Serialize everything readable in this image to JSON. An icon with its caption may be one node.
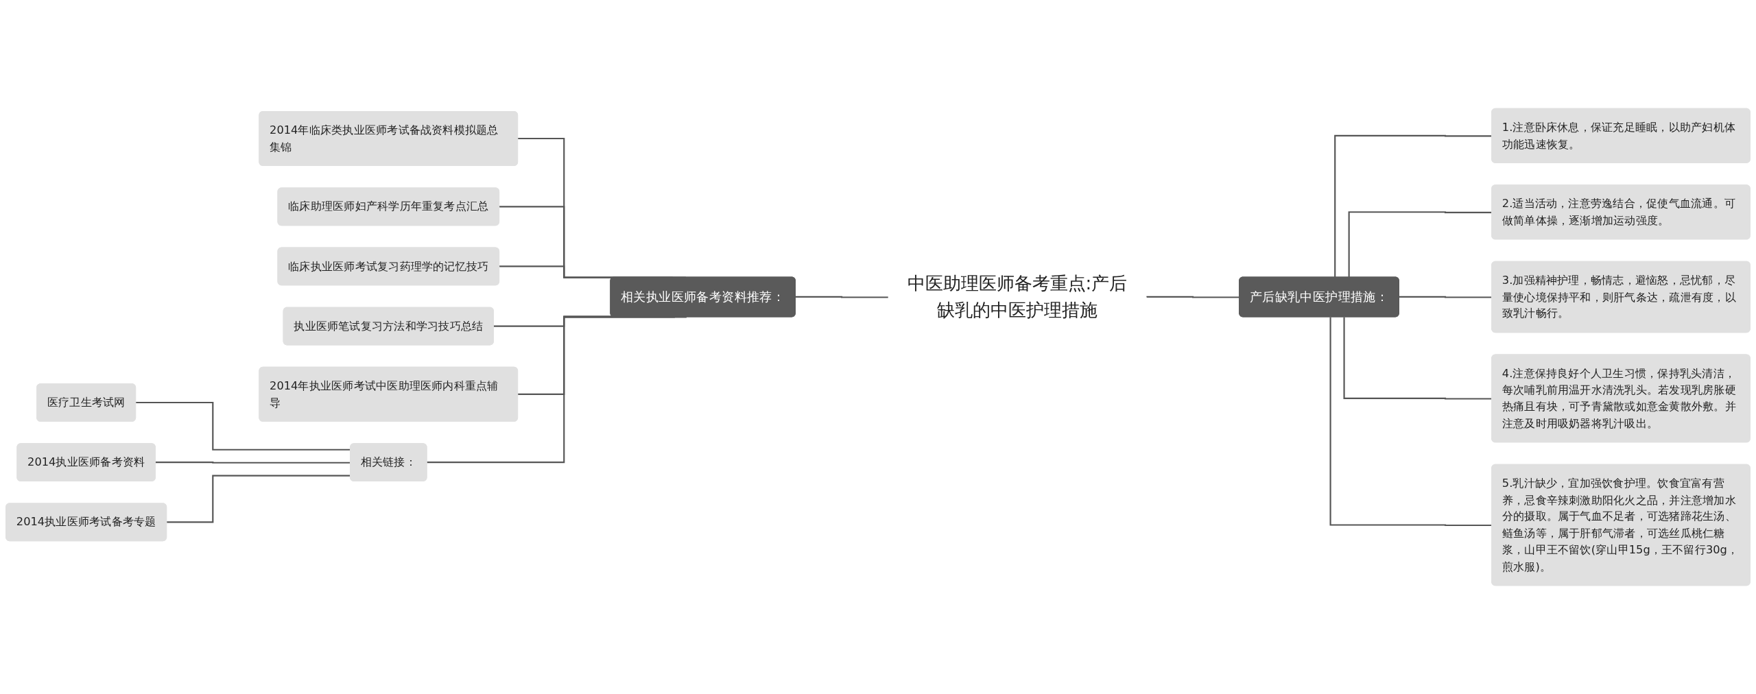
{
  "diagram": {
    "nodes": [
      {
        "text": [
          "中医助理医师备考重点:产后缺乳的中医护理措施"
        ]
      },
      {
        "text": [
          "相关执业医师备考资料推荐："
        ]
      },
      {
        "text": [
          "2014年临床类执业医师考试备战资料模拟题总集锦"
        ]
      },
      {
        "text": [
          "临床助理医师妇产科学历年重复考点汇总"
        ]
      },
      {
        "text": [
          "临床执业医师考试复习药理学的记忆技巧"
        ]
      },
      {
        "text": [
          "执业医师笔试复习方法和学习技巧总结"
        ]
      },
      {
        "text": [
          "2014年执业医师考试中医助理医师内科重点辅导"
        ]
      },
      {
        "text": [
          "相关链接："
        ]
      },
      {
        "text": [
          "医疗卫生考试网"
        ]
      },
      {
        "text": [
          "2014执业医师备考资料"
        ]
      },
      {
        "text": [
          "2014执业医师考试备考专题"
        ]
      },
      {
        "text": [
          "产后缺乳中医护理措施："
        ]
      },
      {
        "text": [
          "1.注意卧床休息，保证充足睡眠，以助产妇机体功能迅速恢复。"
        ]
      },
      {
        "text": [
          "2.适当活动，注意劳逸结合，促使气血流通。可做简单体操，逐渐增加运动强度。"
        ]
      },
      {
        "text": [
          "3.加强精神护理，畅情志，避恼怒，忌忧郁，尽量使心境保持平和，则肝气条达，疏泄有度，以致乳汁畅行。"
        ]
      },
      {
        "text": [
          "4.注意保持良好个人卫生习惯，保持乳头清洁，每次哺乳前用温开水清洗乳头。若发现乳房胀硬热痛且有块，可予青黛散或如意金黄散外敷。并注意及时用吸奶器将乳汁吸出。"
        ]
      },
      {
        "text": [
          "5.乳汁缺少，宜加强饮食护理。饮食宜富有营养，忌食辛辣刺激助阳化火之品，并注意增加水分的摄取。属于气血不足者，可选猪蹄花生汤、鲢鱼汤等，属于肝郁气滞者，可选丝瓜桃仁糖浆，山甲王不留饮(穿山甲15g，王不留行30g，煎水服)。"
        ]
      }
    ],
    "edges": [
      {
        "from": 1,
        "to": 0,
        "arrow": "none"
      },
      {
        "from": 2,
        "to": 1,
        "arrow": "none"
      },
      {
        "from": 3,
        "to": 1,
        "arrow": "none"
      },
      {
        "from": 4,
        "to": 1,
        "arrow": "none"
      },
      {
        "from": 5,
        "to": 1,
        "arrow": "none"
      },
      {
        "from": 6,
        "to": 1,
        "arrow": "none"
      },
      {
        "from": 7,
        "to": 1,
        "arrow": "none"
      },
      {
        "from": 8,
        "to": 7,
        "arrow": "none"
      },
      {
        "from": 9,
        "to": 7,
        "arrow": "none"
      },
      {
        "from": 10,
        "to": 7,
        "arrow": "none"
      },
      {
        "from": 0,
        "to": 11,
        "arrow": "none"
      },
      {
        "from": 11,
        "to": 12,
        "arrow": "none"
      },
      {
        "from": 11,
        "to": 13,
        "arrow": "none"
      },
      {
        "from": 11,
        "to": 14,
        "arrow": "none"
      },
      {
        "from": 11,
        "to": 15,
        "arrow": "none"
      },
      {
        "from": 11,
        "to": 16,
        "arrow": "none"
      }
    ]
  }
}
